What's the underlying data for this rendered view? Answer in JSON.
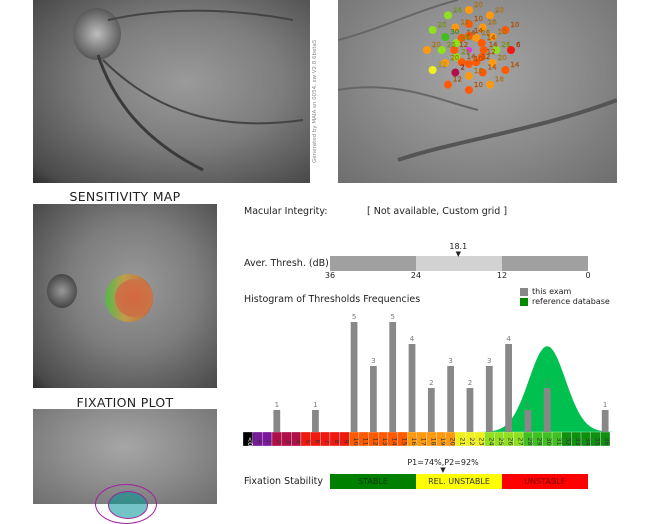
{
  "watermark": "Generated by MAIA sn 0054, sw V2.8.6beta5",
  "titles": {
    "sensitivity_map": "SENSITIVITY MAP",
    "fixation_plot": "FIXATION PLOT"
  },
  "macular_integrity": {
    "label": "Macular Integrity:",
    "value": "[ Not available, Custom grid ]"
  },
  "average_threshold": {
    "label": "Aver. Thresh. (dB)",
    "value": "18.1",
    "value_num": 18.1,
    "ticks": [
      "36",
      "24",
      "12",
      "0"
    ]
  },
  "histogram": {
    "title": "Histogram of Thresholds Frequencies",
    "legend": {
      "this_exam": "this exam",
      "reference": "reference database"
    },
    "colors": {
      "this_exam": "#888888",
      "reference": "#00b33c"
    }
  },
  "chart_data": {
    "type": "bar",
    "title": "Histogram of Thresholds Frequencies",
    "categories": [
      "<0",
      "0",
      "1",
      "2",
      "3",
      "4",
      "5",
      "6",
      "7",
      "8",
      "9",
      "10",
      "11",
      "12",
      "13",
      "14",
      "15",
      "16",
      "17",
      "18",
      "19",
      "20",
      "21",
      "22",
      "23",
      "24",
      "25",
      "26",
      "27",
      "28",
      "29",
      "30",
      "31",
      "32",
      "33",
      "34",
      "35",
      "36"
    ],
    "series": [
      {
        "name": "this exam",
        "values": [
          0,
          0,
          0,
          1,
          0,
          0,
          0,
          1,
          0,
          0,
          0,
          5,
          0,
          3,
          0,
          5,
          0,
          4,
          0,
          2,
          0,
          3,
          0,
          2,
          0,
          3,
          0,
          4,
          0,
          1,
          0,
          2,
          0,
          0,
          0,
          0,
          0,
          1
        ]
      }
    ],
    "reference": {
      "name": "reference database",
      "mean": 30,
      "sd": 1.9,
      "peak": 3.9
    }
  },
  "fixation_stability": {
    "label": "Fixation Stability",
    "value": "P1=74%,P2=92%",
    "p1": 74,
    "segments": [
      "STABLE",
      "REL. UNSTABLE",
      "UNSTABLE"
    ]
  },
  "stimuli": [
    20,
    10,
    14,
    20,
    16,
    16,
    10,
    18,
    14,
    6,
    26,
    14,
    14,
    20,
    12,
    16,
    14,
    12,
    10,
    16,
    10,
    12,
    2,
    14,
    22,
    20,
    26,
    20,
    26,
    12,
    26,
    30,
    26,
    24,
    16,
    14
  ]
}
